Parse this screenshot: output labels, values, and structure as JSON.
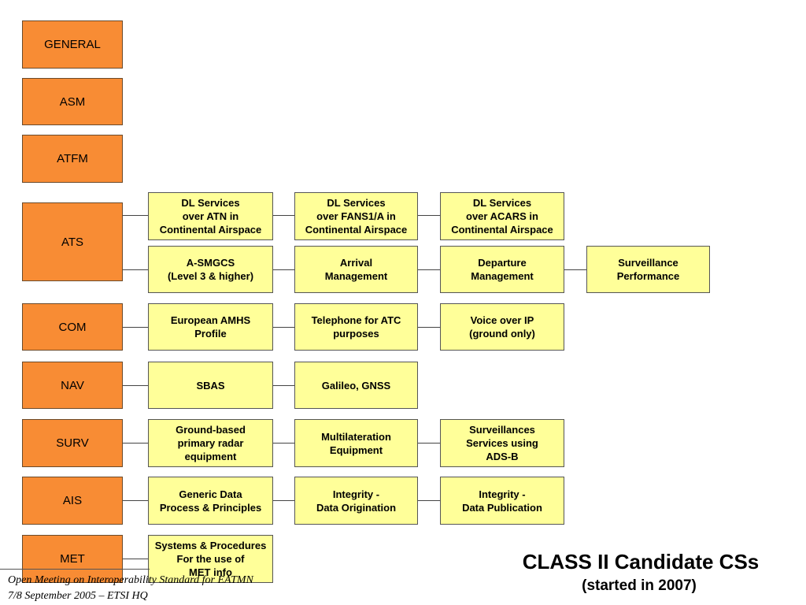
{
  "categories": {
    "general": "GENERAL",
    "asm": "ASM",
    "atfm": "ATFM",
    "ats": "ATS",
    "com": "COM",
    "nav": "NAV",
    "surv": "SURV",
    "ais": "AIS",
    "met": "MET"
  },
  "ats": {
    "row1": [
      "DL Services\nover ATN in\nContinental Airspace",
      "DL Services\nover FANS1/A in\nContinental Airspace",
      "DL Services\nover ACARS  in\nContinental Airspace"
    ],
    "row2": [
      "A-SMGCS\n(Level 3 & higher)",
      "Arrival\nManagement",
      "Departure\nManagement",
      "Surveillance\nPerformance"
    ]
  },
  "com": [
    "European AMHS\nProfile",
    "Telephone for ATC\npurposes",
    "Voice over IP\n(ground only)"
  ],
  "nav": [
    "SBAS",
    "Galileo, GNSS"
  ],
  "surv": [
    "Ground-based\nprimary  radar\nequipment",
    "Multilateration\nEquipment",
    "Surveillances\nServices using\nADS-B"
  ],
  "ais": [
    "Generic Data\nProcess & Principles",
    "Integrity -\nData Origination",
    "Integrity -\nData Publication"
  ],
  "met": [
    "Systems & Procedures\nFor the use of\nMET info"
  ],
  "title": "CLASS II Candidate CSs",
  "subtitle": "(started in 2007)",
  "footer": {
    "line1": "Open Meeting on Interoperability Standard for EATMN",
    "line2": "7/8 September 2005 – ETSI HQ"
  },
  "colors": {
    "category_fill": "#f88c34",
    "item_fill": "#ffff99"
  }
}
